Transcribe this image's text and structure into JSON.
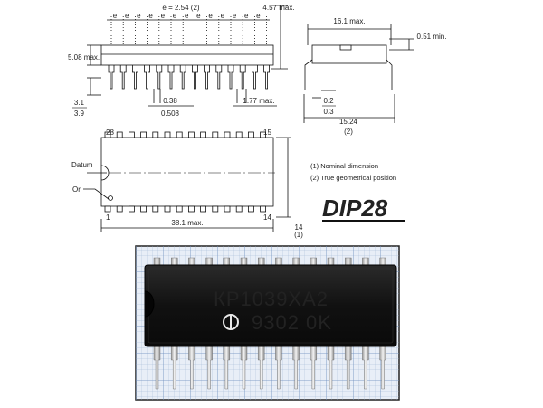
{
  "drawing": {
    "top_view": {
      "pitch_label": "e = 2.54 (2)",
      "pitch_marks": [
        "e",
        "e",
        "e",
        "e",
        "e",
        "e",
        "e",
        "e",
        "e",
        "e",
        "e",
        "e",
        "e"
      ],
      "height_label": "4.57 max.",
      "body_height_label": "5.08 max.",
      "lead_len_min": "3.1",
      "lead_len_max": "3.9",
      "lead_w_min": "0.38",
      "lead_w_max": "0.508",
      "shoulder_label": "1.77 max."
    },
    "side_view": {
      "width_label": "16.1 max.",
      "standoff_label": "0.51 min.",
      "thick_min": "0.2",
      "thick_max": "0.3",
      "row_spacing": "15.24",
      "row_spacing_note": "(2)"
    },
    "bottom_view": {
      "pin_28": "28",
      "pin_15": "15",
      "pin_1": "1",
      "pin_14": "14",
      "datum_label": "Datum",
      "or_label": "Or",
      "length_label": "38.1 max.",
      "width_label": "14",
      "width_note": "(1)"
    },
    "notes": [
      "(1)  Nominal dimension",
      "(2)  True geometrical position"
    ],
    "package_title": "DIP28"
  },
  "photo": {
    "marking_line1": "КР1039ХА2",
    "marking_line2": "9302 0K"
  }
}
